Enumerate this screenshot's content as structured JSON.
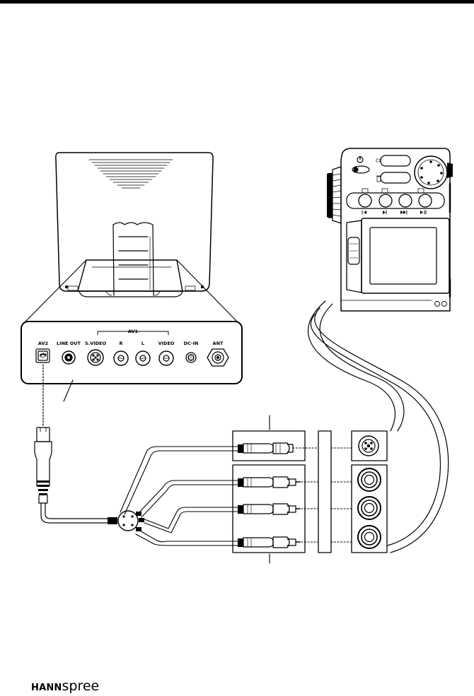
{
  "panel": {
    "group_label": "AV1",
    "ports": [
      "AV2",
      "LINE OUT",
      "S.VIDEO",
      "R",
      "L",
      "VIDEO",
      "DC-IN",
      "ANT"
    ]
  },
  "camera": {
    "icons": [
      "power-icon",
      "trash-icon",
      "mode-dial-icon",
      "prev-track-icon",
      "next-track-icon",
      "fast-forward-icon",
      "play-pause-icon"
    ]
  },
  "brand": {
    "part1": "HANN",
    "part2": "spree"
  }
}
